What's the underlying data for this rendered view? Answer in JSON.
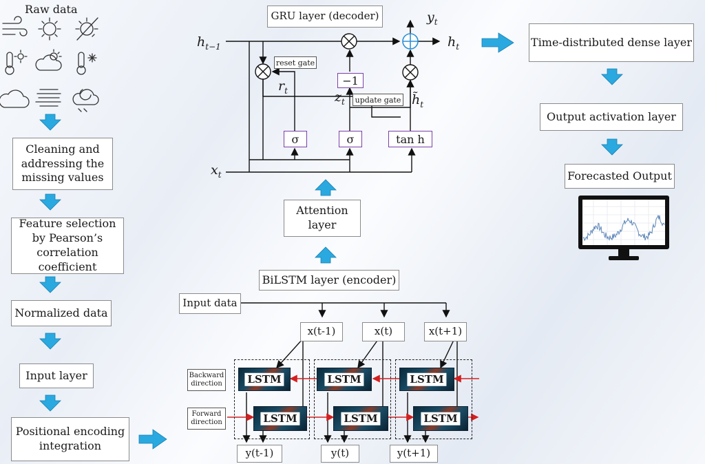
{
  "raw": {
    "label": "Raw data",
    "icons": [
      "wind-icon",
      "sun-icon",
      "no-sun-icon",
      "hot-thermometer-icon",
      "partly-cloudy-icon",
      "cold-thermometer-icon",
      "cloud-icon",
      "fog-icon",
      "cloudy-night-icon"
    ]
  },
  "pipeline": {
    "cleaning": "Cleaning and addressing the missing values",
    "feature": "Feature selection by Pearson’s correlation coefficient",
    "normalized": "Normalized data",
    "input": "Input layer",
    "positional": "Positional encoding integration"
  },
  "gru": {
    "title": "GRU layer (decoder)",
    "reset_gate": "reset gate",
    "update_gate": "update gate",
    "sigma1": "σ",
    "sigma2": "σ",
    "tanh": "tan h",
    "minus_one": "−1",
    "labels": {
      "h_prev": "h",
      "h_prev_sub": "t−1",
      "x_t": "x",
      "x_t_sub": "t",
      "r_t": "r",
      "r_t_sub": "t",
      "z_t": "z",
      "z_t_sub": "t",
      "h_tilde": "h̃",
      "h_tilde_sub": "t",
      "h_t": "h",
      "h_t_sub": "t",
      "y_t": "y",
      "y_t_sub": "t"
    }
  },
  "attention": "Attention layer",
  "bilstm": {
    "title": "BiLSTM layer (encoder)",
    "input_data": "Input data",
    "backward": "Backward direction",
    "forward": "Forward direction",
    "lstm": "LSTM",
    "inputs": [
      "x(t-1)",
      "x(t)",
      "x(t+1)"
    ],
    "outputs": [
      "y(t-1)",
      "y(t)",
      "y(t+1)"
    ]
  },
  "right": {
    "dense": "Time-distributed dense layer",
    "activation": "Output activation layer",
    "forecast": "Forecasted Output"
  },
  "colors": {
    "arrow": "#29a9e0",
    "gate_border": "#7b3fa6",
    "plus": "#2a8fd6",
    "red_arrow": "#d42020"
  }
}
